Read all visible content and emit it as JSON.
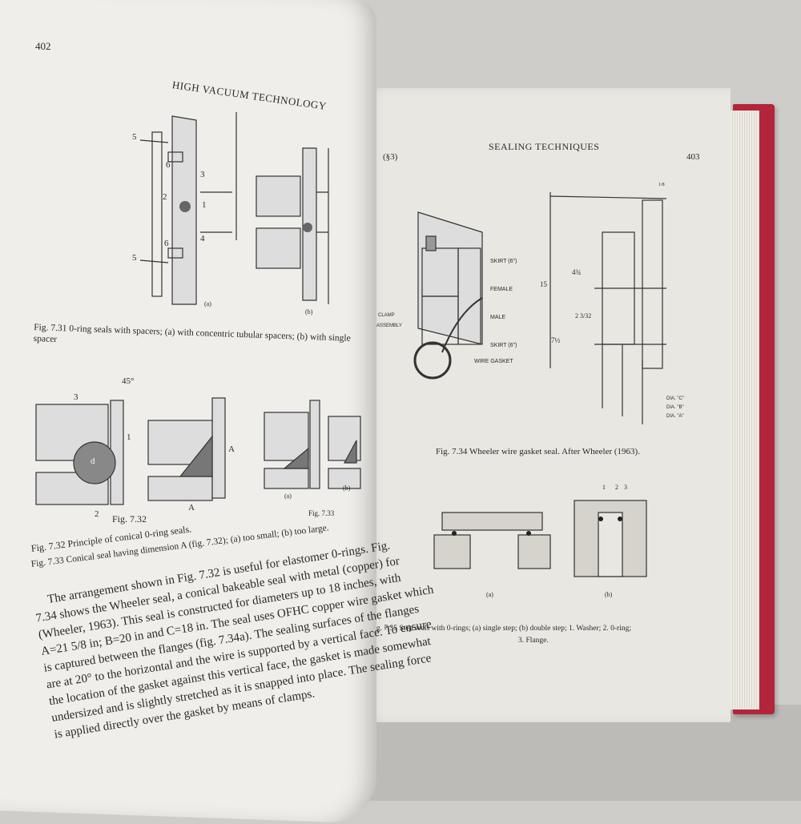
{
  "left_page": {
    "page_number": "402",
    "running_head": "HIGH VACUUM TECHNOLOGY",
    "fig_7_31": {
      "labels": [
        "5",
        "6",
        "3",
        "2",
        "1",
        "6",
        "4",
        "5"
      ],
      "sub_a": "(a)",
      "sub_b": "(b)",
      "caption": "Fig. 7.31 0-ring seals with spacers; (a) with concentric tubular spacers; (b) with single spacer"
    },
    "fig_7_32": {
      "angle": "45°",
      "labels": [
        "3",
        "1",
        "d",
        "2",
        "A",
        "A"
      ],
      "title": "Fig. 7.32",
      "caption": "Fig. 7.32 Principle of conical 0-ring seals."
    },
    "fig_7_33": {
      "sub_a": "(a)",
      "sub_b": "(b)",
      "title": "Fig. 7.33",
      "caption": "Fig. 7.33 Conical seal having dimension A (fig. 7.32); (a) too small; (b) too large."
    },
    "paragraph": [
      "The arrangement shown in Fig. 7.32 is useful for elastomer 0-rings. Fig.",
      "7.34 shows the Wheeler seal, a conical bakeable seal with metal (copper) for",
      "(Wheeler, 1963). This seal is constructed for diameters up to 18 inches, with",
      "A=21 5/8 in; B=20 in and C=18 in. The seal uses OFHC copper wire gasket which",
      "is captured between the flanges (fig. 7.34a). The sealing surfaces of the flanges",
      "are at 20° to the horizontal and the wire is supported by a vertical face. To ensure",
      "the location of the gasket against this vertical face, the gasket is made somewhat",
      "undersized and is slightly stretched as it is snapped into place. The sealing force",
      "is applied directly over the gasket by means of clamps."
    ]
  },
  "right_page": {
    "section": "(§3)",
    "running_head": "SEALING TECHNIQUES",
    "page_number": "403",
    "fig_7_34": {
      "labels": [
        "SKIRT (6\")",
        "FEMALE",
        "MALE",
        "SKIRT (6\")",
        "WIRE GASKET",
        "CLAMP",
        "ASSEMBLY"
      ],
      "dims": [
        "15",
        "4¾",
        "2 3/32",
        "7½",
        "1/8",
        "DIA. \"C\"",
        "DIA. \"B\"",
        "DIA. \"A\""
      ],
      "caption": "Fig. 7.34 Wheeler wire gasket seal. After Wheeler (1963)."
    },
    "fig_7_35": {
      "labels": [
        "1",
        "2",
        "3"
      ],
      "sub_a": "(a)",
      "sub_b": "(b)",
      "caption_line1": "Fig. 7.35 Step seals with 0-rings; (a) single step; (b) double step; 1. Washer; 2. 0-ring;",
      "caption_line2": "3. Flange."
    }
  },
  "colors": {
    "cover": "#b3253a",
    "paper": "#e9e7e1",
    "ink": "#2a2a2a"
  }
}
